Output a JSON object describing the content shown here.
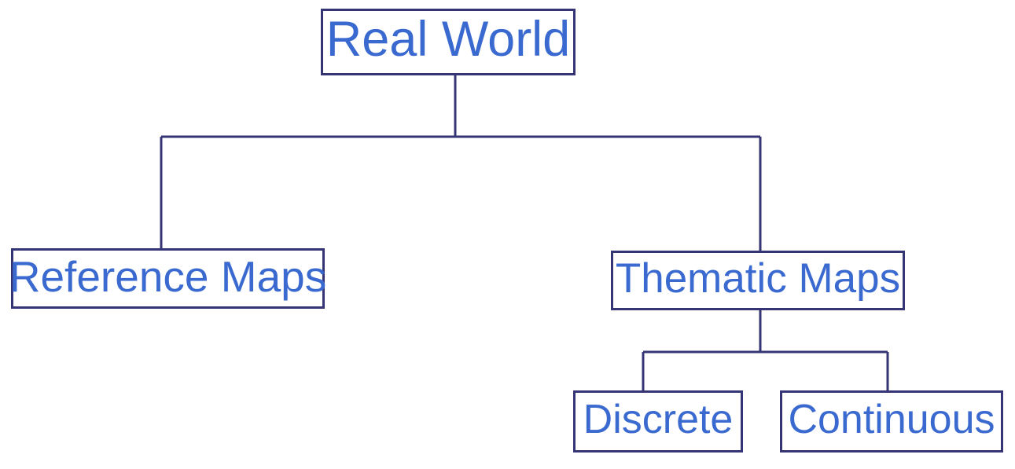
{
  "diagram": {
    "type": "tree-hierarchy",
    "title": "Real World map classification hierarchy",
    "colors": {
      "box_border": "#353575",
      "label_text": "#3a6ad0",
      "connector": "#353575",
      "background": "#ffffff"
    },
    "nodes": [
      {
        "id": "real-world",
        "label": "Real World",
        "level": 0,
        "parent": null
      },
      {
        "id": "reference-maps",
        "label": "Reference Maps",
        "level": 1,
        "parent": "real-world"
      },
      {
        "id": "thematic-maps",
        "label": "Thematic Maps",
        "level": 1,
        "parent": "real-world"
      },
      {
        "id": "discrete",
        "label": "Discrete",
        "level": 2,
        "parent": "thematic-maps"
      },
      {
        "id": "continuous",
        "label": "Continuous",
        "level": 2,
        "parent": "thematic-maps"
      }
    ],
    "edges": [
      {
        "from": "real-world",
        "to": "reference-maps"
      },
      {
        "from": "real-world",
        "to": "thematic-maps"
      },
      {
        "from": "thematic-maps",
        "to": "discrete"
      },
      {
        "from": "thematic-maps",
        "to": "continuous"
      }
    ]
  }
}
